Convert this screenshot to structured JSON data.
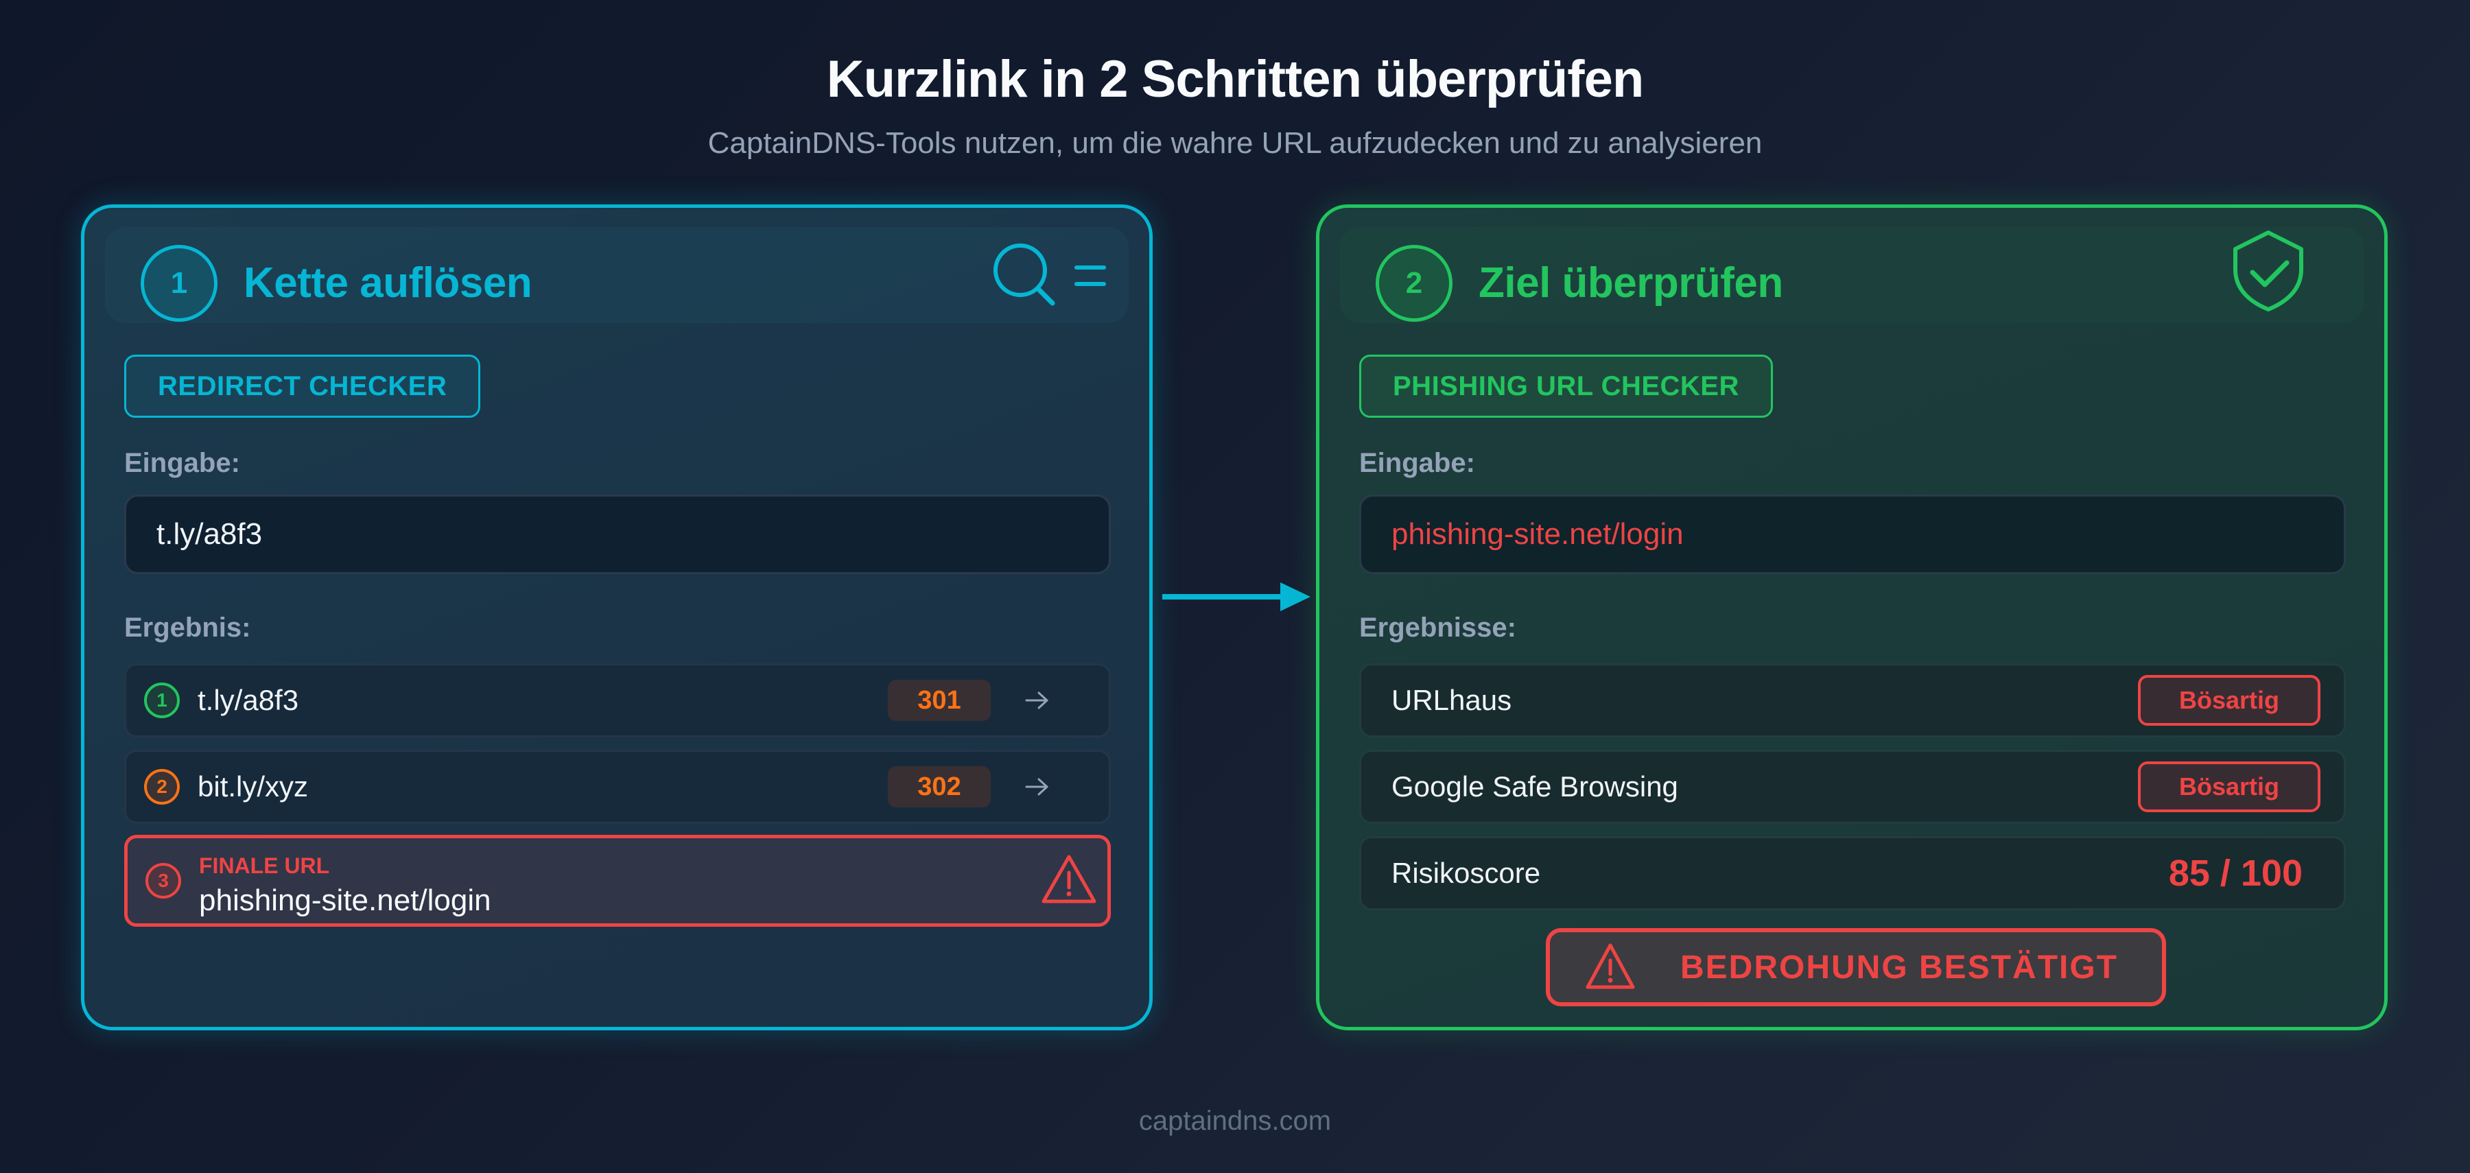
{
  "header": {
    "title": "Kurzlink in 2 Schritten überprüfen",
    "subtitle": "CaptainDNS-Tools nutzen, um die wahre URL aufzudecken und zu analysieren"
  },
  "colors": {
    "step1_accent": "#06b6d4",
    "step2_accent": "#22c55e",
    "danger": "#ef4444",
    "redirect_code": "#f97316"
  },
  "step1": {
    "number": "1",
    "title": "Kette auflösen",
    "icons": [
      "search-icon",
      "menu-icon"
    ],
    "tool_label": "REDIRECT CHECKER",
    "input_label": "Eingabe:",
    "input_value": "t.ly/a8f3",
    "result_label": "Ergebnis:",
    "chain": [
      {
        "index": "1",
        "url": "t.ly/a8f3",
        "code": "301"
      },
      {
        "index": "2",
        "url": "bit.ly/xyz",
        "code": "302"
      }
    ],
    "final": {
      "index": "3",
      "label": "FINALE URL",
      "url": "phishing-site.net/login",
      "icon": "warning-icon"
    }
  },
  "step2": {
    "number": "2",
    "title": "Ziel überprüfen",
    "icon": "shield-check-icon",
    "tool_label": "PHISHING URL CHECKER",
    "input_label": "Eingabe:",
    "input_value": "phishing-site.net/login",
    "result_label": "Ergebnisse:",
    "results": [
      {
        "source": "URLhaus",
        "verdict": "Bösartig"
      },
      {
        "source": "Google Safe Browsing",
        "verdict": "Bösartig"
      }
    ],
    "risk": {
      "label": "Risikoscore",
      "value": "85 / 100"
    },
    "threat_banner": "BEDROHUNG BESTÄTIGT"
  },
  "footer": {
    "text": "captaindns.com"
  }
}
